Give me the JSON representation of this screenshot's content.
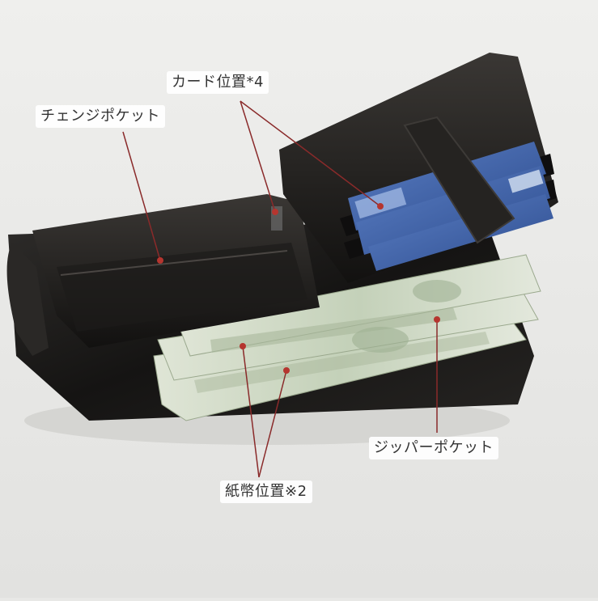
{
  "labels": {
    "card_slots": "カード位置*4",
    "change_pocket": "チェンジポケット",
    "zipper_pocket": "ジッパーポケット",
    "bill_slots": "紙幣位置※2"
  },
  "colors": {
    "background": "#e8e8e6",
    "leather": "#1b1a19",
    "leader_line": "#8a2a2a",
    "bill_green": "#cfd8c4",
    "card_blue": "#3d62a8"
  }
}
